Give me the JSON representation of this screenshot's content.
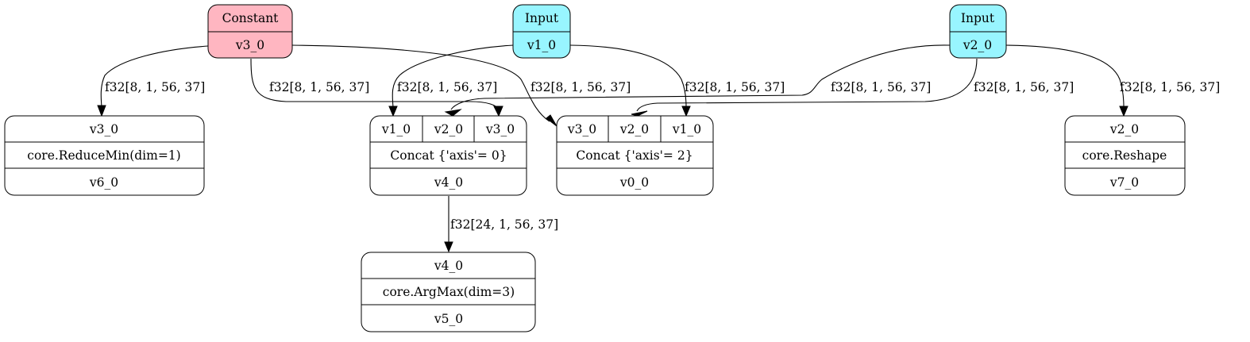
{
  "colors": {
    "constant": "#ffb6c1",
    "input": "#98f5ff",
    "op": "#ffffff"
  },
  "nodes": {
    "const_v3": {
      "title": "Constant",
      "output": "v3_0"
    },
    "input_v1": {
      "title": "Input",
      "output": "v1_0"
    },
    "input_v2": {
      "title": "Input",
      "output": "v2_0"
    },
    "reducemin": {
      "inputs": [
        "v3_0"
      ],
      "op": "core.ReduceMin(dim=1)",
      "output": "v6_0"
    },
    "concat0": {
      "inputs": [
        "v1_0",
        "v2_0",
        "v3_0"
      ],
      "op": "Concat {'axis'= 0}",
      "output": "v4_0"
    },
    "concat2": {
      "inputs": [
        "v3_0",
        "v2_0",
        "v1_0"
      ],
      "op": "Concat {'axis'= 2}",
      "output": "v0_0"
    },
    "reshape": {
      "inputs": [
        "v2_0"
      ],
      "op": "core.Reshape",
      "output": "v7_0"
    },
    "argmax": {
      "inputs": [
        "v4_0"
      ],
      "op": "core.ArgMax(dim=3)",
      "output": "v5_0"
    }
  },
  "edges": [
    {
      "id": "e1",
      "from": "v3_0",
      "to": "reducemin",
      "label": "f32[8, 1, 56, 37]"
    },
    {
      "id": "e2",
      "from": "v3_0",
      "to": "concat0",
      "label": "f32[8, 1, 56, 37]"
    },
    {
      "id": "e3",
      "from": "v1_0",
      "to": "concat0",
      "label": "f32[8, 1, 56, 37]"
    },
    {
      "id": "e4",
      "from": "v3_0",
      "to": "concat2",
      "label": "f32[8, 1, 56, 37]"
    },
    {
      "id": "e5",
      "from": "v1_0",
      "to": "concat2",
      "label": "f32[8, 1, 56, 37]"
    },
    {
      "id": "e6",
      "from": "v2_0",
      "to": "concat0",
      "label": "f32[8, 1, 56, 37]"
    },
    {
      "id": "e7",
      "from": "v2_0",
      "to": "concat2",
      "label": "f32[8, 1, 56, 37]"
    },
    {
      "id": "e8",
      "from": "v2_0",
      "to": "reshape",
      "label": "f32[8, 1, 56, 37]"
    },
    {
      "id": "e9",
      "from": "v4_0",
      "to": "argmax",
      "label": "f32[24, 1, 56, 37]"
    }
  ]
}
